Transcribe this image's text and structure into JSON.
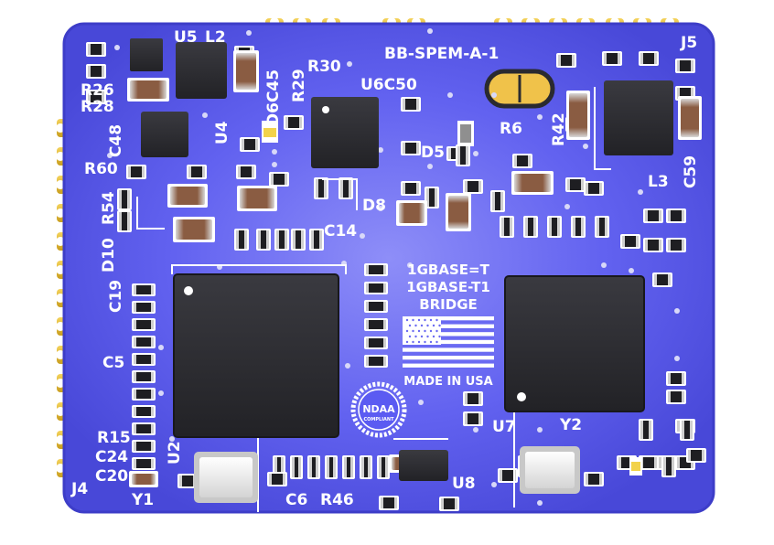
{
  "board": {
    "name": "BB-SPEM-A-1",
    "product": [
      "1GBASE=T",
      "1GBASE-T1",
      "BRIDGE"
    ],
    "made_in": "MADE IN USA",
    "ndaa_top": "NDAA",
    "ndaa_bottom": "COMPLIANT"
  },
  "colors": {
    "pcb": "#5b5bf2",
    "pcb_edge": "#3d3dc8",
    "gold": "#e8c23a",
    "chip": "#2b2b30",
    "silk": "#ffffff"
  },
  "designators": [
    {
      "id": "u5",
      "text": "U5"
    },
    {
      "id": "l2",
      "text": "L2"
    },
    {
      "id": "r26",
      "text": "R26"
    },
    {
      "id": "r28",
      "text": "R28"
    },
    {
      "id": "c48",
      "text": "C48"
    },
    {
      "id": "u4",
      "text": "U4"
    },
    {
      "id": "r60",
      "text": "R60"
    },
    {
      "id": "r54",
      "text": "R54"
    },
    {
      "id": "d10",
      "text": "D10"
    },
    {
      "id": "c19",
      "text": "C19"
    },
    {
      "id": "c5",
      "text": "C5"
    },
    {
      "id": "r15",
      "text": "R15"
    },
    {
      "id": "c24",
      "text": "C24"
    },
    {
      "id": "c20",
      "text": "C20"
    },
    {
      "id": "j4",
      "text": "J4"
    },
    {
      "id": "y1",
      "text": "Y1"
    },
    {
      "id": "u2",
      "text": "U2"
    },
    {
      "id": "c6",
      "text": "C6"
    },
    {
      "id": "r46",
      "text": "R46"
    },
    {
      "id": "u8",
      "text": "U8"
    },
    {
      "id": "u7",
      "text": "U7"
    },
    {
      "id": "y2",
      "text": "Y2"
    },
    {
      "id": "d6c45",
      "text": "D6C45"
    },
    {
      "id": "r29",
      "text": "R29"
    },
    {
      "id": "r30",
      "text": "R30"
    },
    {
      "id": "u6c50",
      "text": "U6C50"
    },
    {
      "id": "d5",
      "text": "D5"
    },
    {
      "id": "r6",
      "text": "R6"
    },
    {
      "id": "r42",
      "text": "R42"
    },
    {
      "id": "l3",
      "text": "L3"
    },
    {
      "id": "c59",
      "text": "C59"
    },
    {
      "id": "j5",
      "text": "J5"
    },
    {
      "id": "d8",
      "text": "D8"
    },
    {
      "id": "c14",
      "text": "C14"
    }
  ]
}
